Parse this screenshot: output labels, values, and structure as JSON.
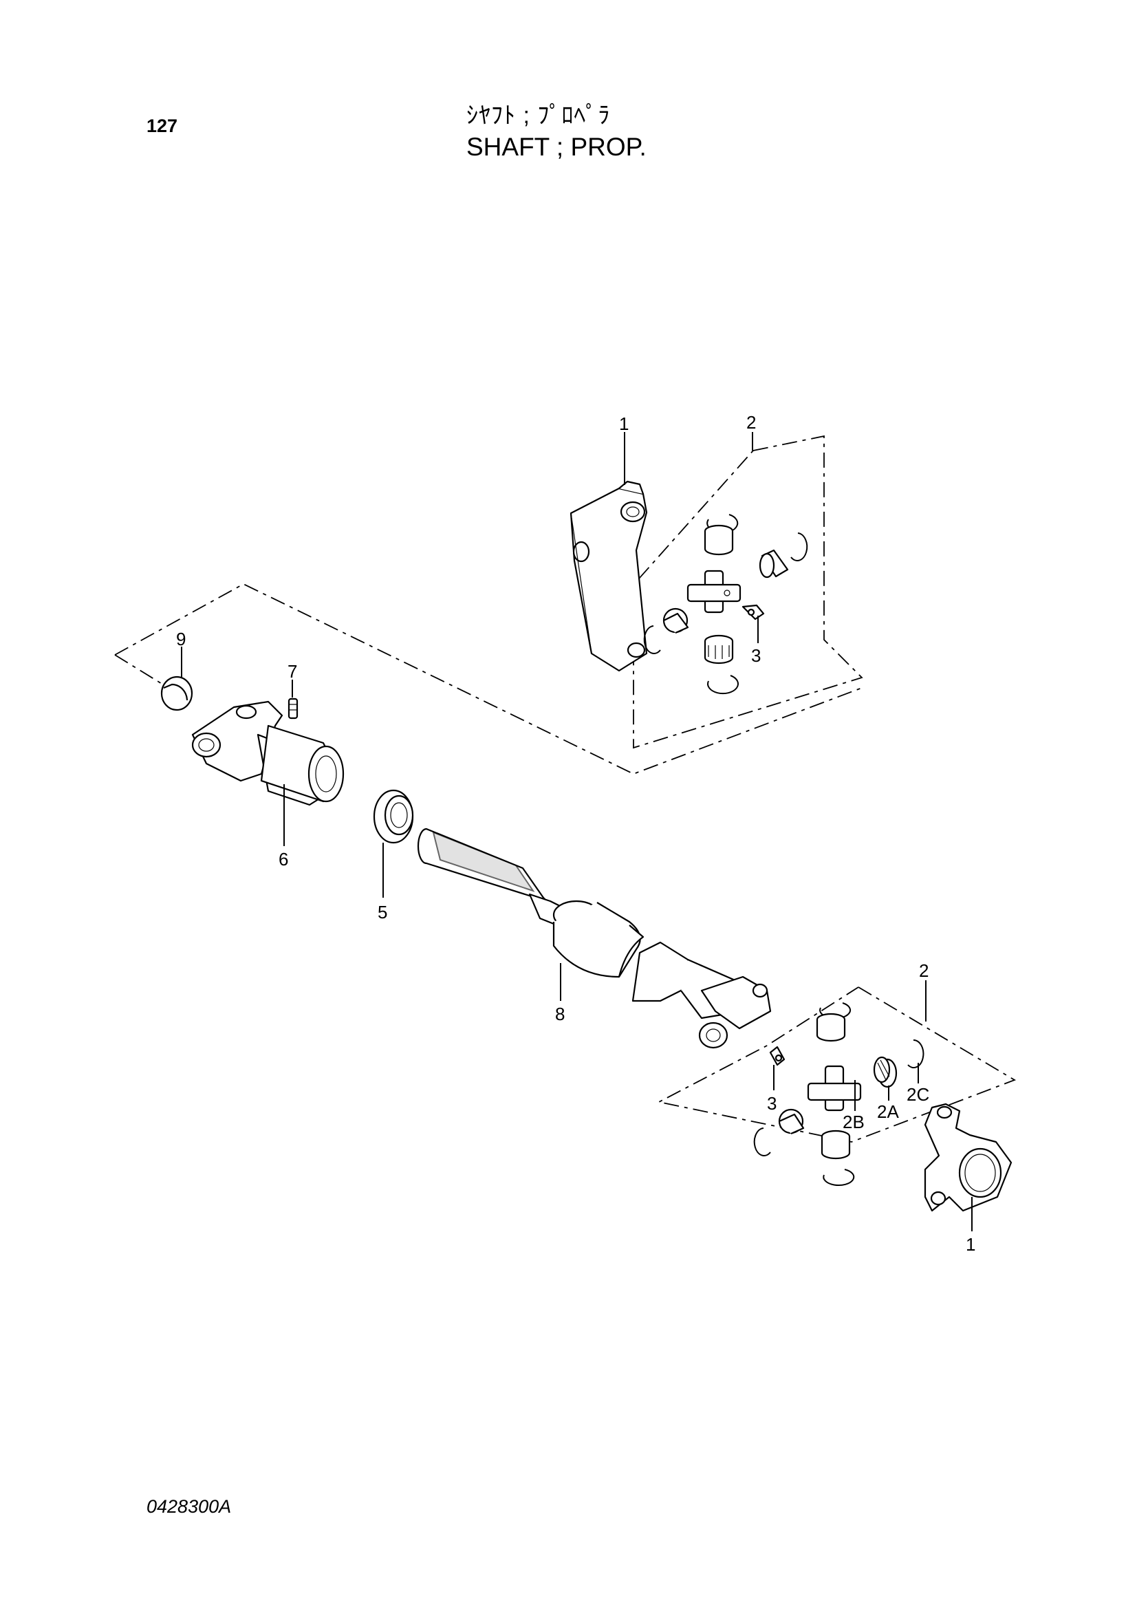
{
  "header": {
    "page_number": "127",
    "title_jp": "ｼﾔﾌﾄ ; ﾌﾟﾛﾍﾟﾗ",
    "title_en": "SHAFT ; PROP."
  },
  "footer": {
    "drawing_code": "0428300A"
  },
  "callouts": {
    "top_1": "1",
    "top_2": "2",
    "top_3": "3",
    "left_9": "9",
    "left_7": "7",
    "left_6": "6",
    "left_5": "5",
    "mid_8": "8",
    "bot_2": "2",
    "bot_3": "3",
    "bot_2B": "2B",
    "bot_2A": "2A",
    "bot_2C": "2C",
    "bot_1": "1"
  }
}
